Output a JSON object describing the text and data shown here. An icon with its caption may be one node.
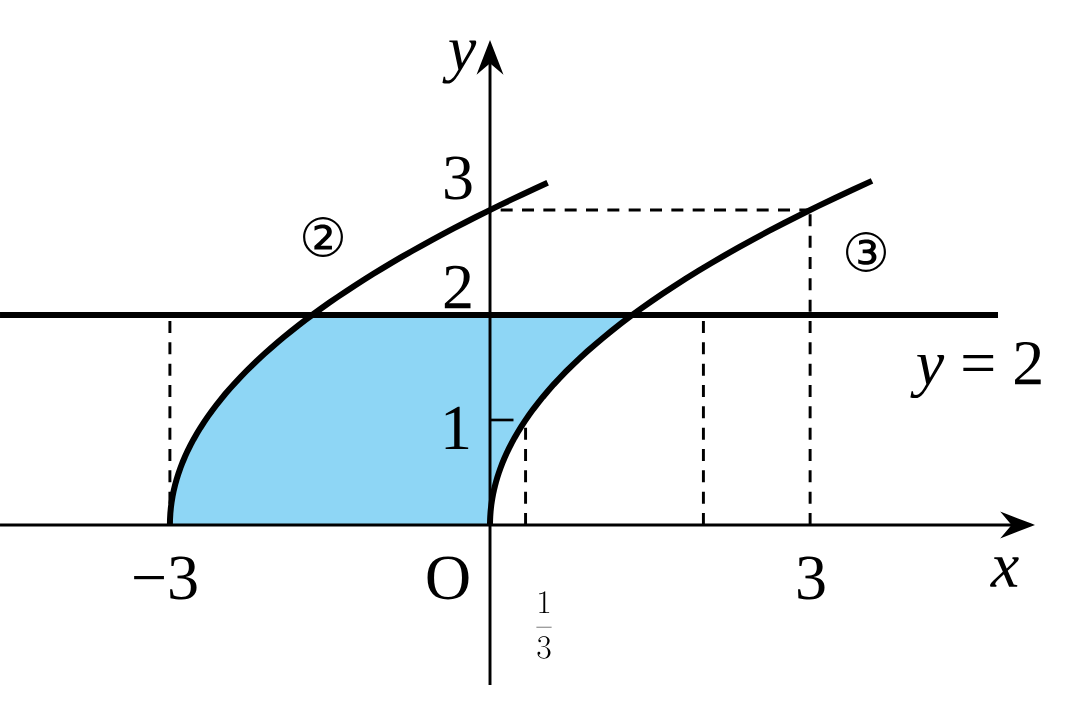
{
  "diagram": {
    "labels": [
      "y",
      "3",
      "②",
      "③",
      "2",
      "*y* = 2",
      "1",
      "−3",
      "O",
      "\\frac{1}{3}",
      "3",
      "x"
    ]
  }
}
